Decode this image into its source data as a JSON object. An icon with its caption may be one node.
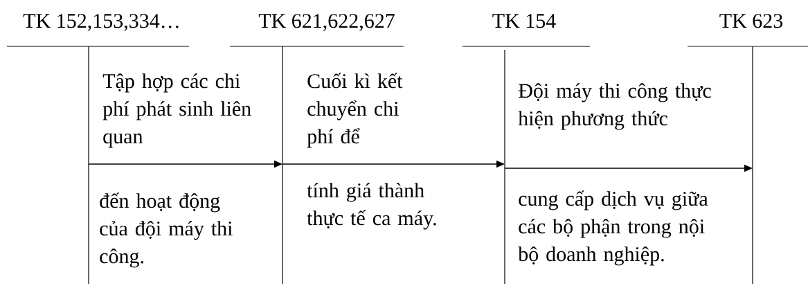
{
  "diagram": {
    "nodes": [
      {
        "text": [
          "TK 152,153,334…"
        ]
      },
      {
        "text": [
          "TK 621,622,627"
        ]
      },
      {
        "text": [
          "TK 154"
        ]
      },
      {
        "text": [
          "TK 623"
        ]
      }
    ],
    "edges": [
      {
        "from": 0,
        "to": 1,
        "arrow": "to",
        "label": "Tập hợp các chi phí phát sinh liên quan"
      },
      {
        "from": 1,
        "to": 2,
        "arrow": "to",
        "label": "Cuối kì kết chuyển chi phí để"
      },
      {
        "from": 2,
        "to": 3,
        "arrow": "to",
        "label": "Đội máy thi công thực hiện phương thức"
      }
    ],
    "labels": [
      "đến hoạt động của đội máy thi công.",
      "tính giá thành thực tế ca máy.",
      "cung cấp dịch vụ giữa các bộ phận trong nội bộ doanh nghiệp."
    ]
  }
}
